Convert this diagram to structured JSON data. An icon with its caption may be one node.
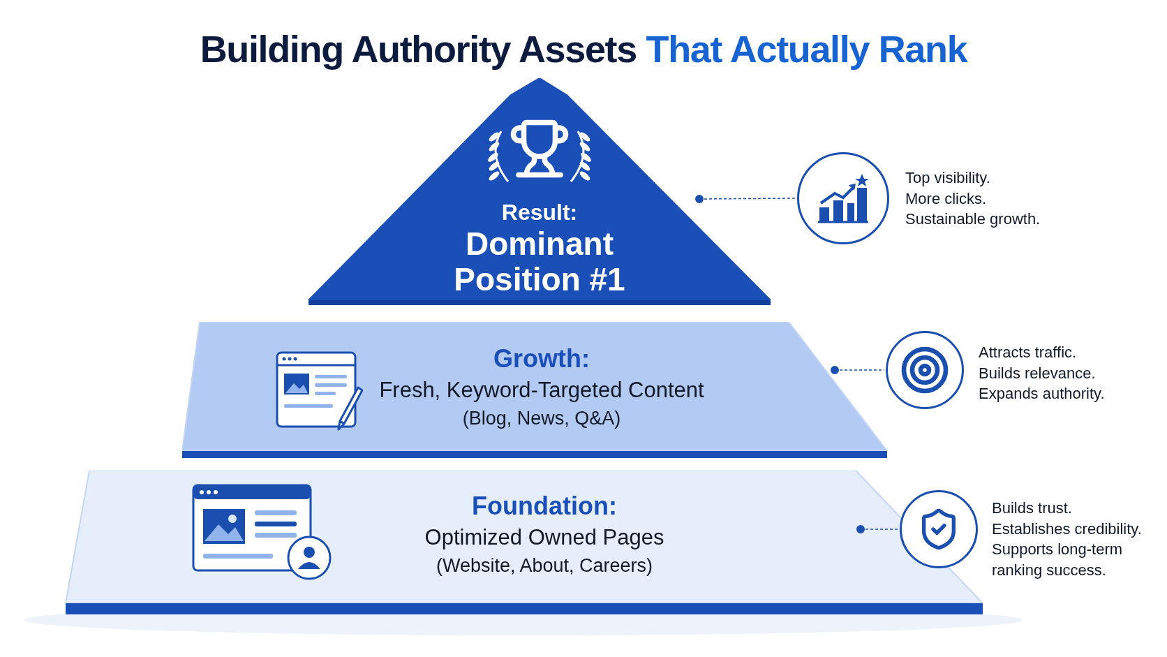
{
  "diagram": {
    "title": "Building Authority Assets **That Actually Rank**",
    "nodes": [
      {
        "text": [
          "Result:",
          "Dominant Position #1"
        ]
      },
      {
        "text": [
          "Growth:",
          "Fresh, Keyword-Targeted Content",
          "(Blog, News, Q&A)"
        ]
      },
      {
        "text": [
          "Foundation:",
          "Optimized Owned Pages",
          "(Website, About, Careers)"
        ]
      },
      {
        "text": [],
        "shape": "circle",
        "beside": [
          "Top visibility.",
          "More clicks.",
          "Sustainable growth."
        ]
      },
      {
        "text": [],
        "shape": "circle",
        "beside": [
          "Attracts traffic.",
          "Builds relevance.",
          "Expands authority."
        ]
      },
      {
        "text": [],
        "shape": "circle",
        "beside": [
          "Builds trust.",
          "Establishes credibility.",
          "Supports long-term ranking success."
        ]
      }
    ],
    "edges": [
      {
        "from": 0,
        "to": 3,
        "arrow": "other",
        "style": "dashed"
      },
      {
        "from": 1,
        "to": 4,
        "arrow": "other",
        "style": "dashed"
      },
      {
        "from": 2,
        "to": 5,
        "arrow": "other",
        "style": "dashed"
      }
    ]
  }
}
